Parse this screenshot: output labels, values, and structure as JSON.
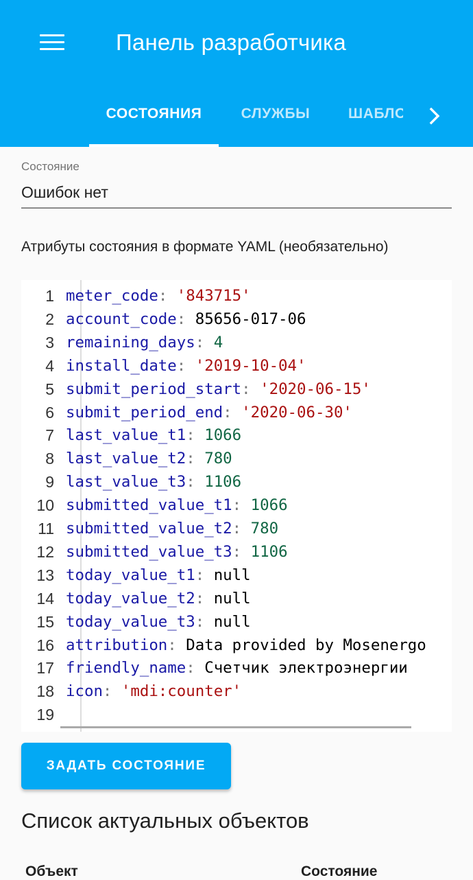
{
  "appbar": {
    "menu_icon": "menu-icon",
    "title": "Панель разработчика"
  },
  "tabs": [
    {
      "label": "СОСТОЯНИЯ",
      "active": true
    },
    {
      "label": "СЛУЖБЫ",
      "active": false
    },
    {
      "label": "ШАБЛОНЫ",
      "active": false
    }
  ],
  "tabs_next_icon": "chevron-right-icon",
  "state_field": {
    "label": "Состояние",
    "value": "Ошибок нет"
  },
  "attributes_label": "Атрибуты состояния в формате YAML (необязательно)",
  "yaml_lines": [
    {
      "n": "1",
      "key": "meter_code",
      "value": "'843715'",
      "type": "string"
    },
    {
      "n": "2",
      "key": "account_code",
      "value": "85656-017-06",
      "type": "plain"
    },
    {
      "n": "3",
      "key": "remaining_days",
      "value": "4",
      "type": "number"
    },
    {
      "n": "4",
      "key": "install_date",
      "value": "'2019-10-04'",
      "type": "string"
    },
    {
      "n": "5",
      "key": "submit_period_start",
      "value": "'2020-06-15'",
      "type": "string"
    },
    {
      "n": "6",
      "key": "submit_period_end",
      "value": "'2020-06-30'",
      "type": "string"
    },
    {
      "n": "7",
      "key": "last_value_t1",
      "value": "1066",
      "type": "number"
    },
    {
      "n": "8",
      "key": "last_value_t2",
      "value": "780",
      "type": "number"
    },
    {
      "n": "9",
      "key": "last_value_t3",
      "value": "1106",
      "type": "number"
    },
    {
      "n": "10",
      "key": "submitted_value_t1",
      "value": "1066",
      "type": "number"
    },
    {
      "n": "11",
      "key": "submitted_value_t2",
      "value": "780",
      "type": "number"
    },
    {
      "n": "12",
      "key": "submitted_value_t3",
      "value": "1106",
      "type": "number"
    },
    {
      "n": "13",
      "key": "today_value_t1",
      "value": "null",
      "type": "plain"
    },
    {
      "n": "14",
      "key": "today_value_t2",
      "value": "null",
      "type": "plain"
    },
    {
      "n": "15",
      "key": "today_value_t3",
      "value": "null",
      "type": "plain"
    },
    {
      "n": "16",
      "key": "attribution",
      "value": "Data provided by Mosenergo",
      "type": "plain"
    },
    {
      "n": "17",
      "key": "friendly_name",
      "value": "Счетчик электроэнергии",
      "type": "plain"
    },
    {
      "n": "18",
      "key": "icon",
      "value": "'mdi:counter'",
      "type": "string"
    },
    {
      "n": "19",
      "key": "",
      "value": "",
      "type": "empty"
    }
  ],
  "submit_button": "ЗАДАТЬ СОСТОЯНИЕ",
  "entities_section": {
    "title": "Список актуальных объектов",
    "col_entity": "Объект",
    "col_state": "Состояние"
  },
  "colors": {
    "primary": "#03a9f4",
    "yaml_key": "#1a1aa6",
    "yaml_string": "#a11",
    "yaml_number": "#164"
  }
}
